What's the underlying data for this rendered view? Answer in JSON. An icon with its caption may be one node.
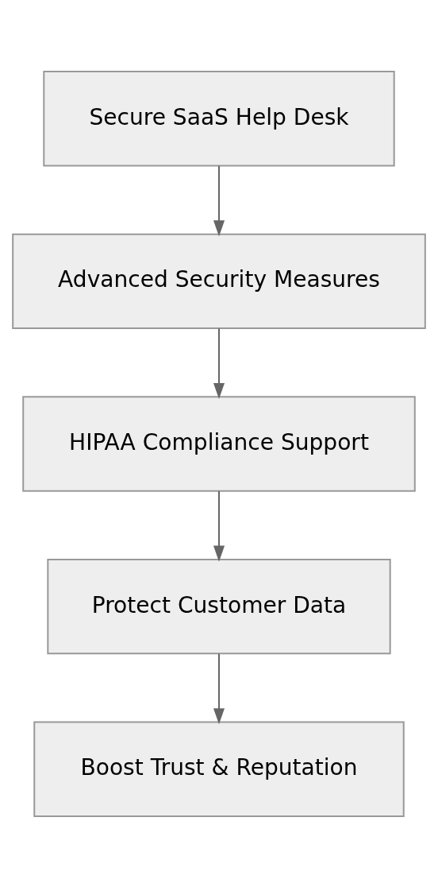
{
  "diagram": {
    "nodes": [
      {
        "text": [
          "Secure SaaS Help Desk"
        ]
      },
      {
        "text": [
          "Advanced Security Measures"
        ]
      },
      {
        "text": [
          "HIPAA Compliance Support"
        ]
      },
      {
        "text": [
          "Protect Customer Data"
        ]
      },
      {
        "text": [
          "Boost Trust & Reputation"
        ]
      }
    ],
    "edges": [
      {
        "from": 0,
        "to": 1,
        "arrow": "to"
      },
      {
        "from": 1,
        "to": 2,
        "arrow": "to"
      },
      {
        "from": 2,
        "to": 3,
        "arrow": "to"
      },
      {
        "from": 3,
        "to": 4,
        "arrow": "to"
      }
    ]
  }
}
